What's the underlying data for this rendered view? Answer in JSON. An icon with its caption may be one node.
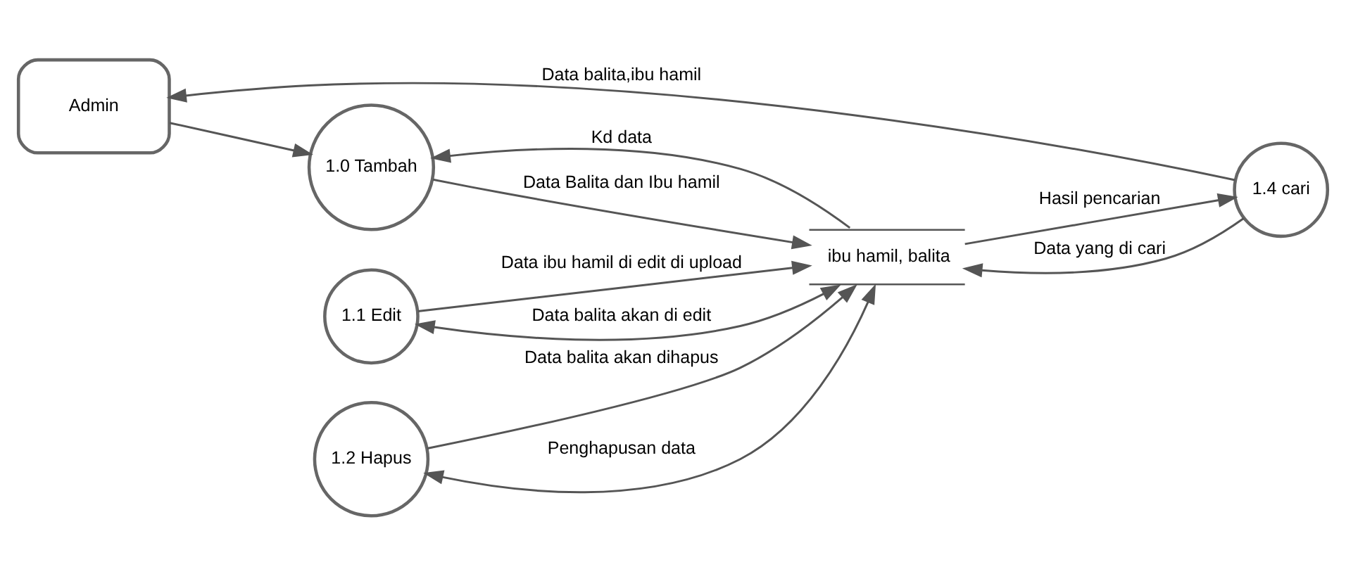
{
  "diagram": {
    "nodes": [
      {
        "text": [
          "Admin"
        ]
      },
      {
        "text": [
          "1.0 Tambah"
        ]
      },
      {
        "text": [
          "1.1 Edit"
        ]
      },
      {
        "text": [
          "1.2 Hapus"
        ]
      },
      {
        "text": [
          "1.4 cari"
        ]
      },
      {
        "text": [
          "ibu hamil, balita"
        ]
      }
    ],
    "edges": [
      {
        "from": 0,
        "to": 1,
        "arrow": "to"
      },
      {
        "from": 5,
        "to": 1,
        "label": "Kd data",
        "arrow": "to"
      },
      {
        "from": 1,
        "to": 5,
        "label": "Data Balita dan Ibu hamil",
        "arrow": "to"
      },
      {
        "from": 2,
        "to": 5,
        "label": "Data balita akan di edit",
        "arrow": "both"
      },
      {
        "from": 2,
        "to": 5,
        "label": "Data ibu hamil di edit di upload",
        "arrow": "to"
      },
      {
        "from": 3,
        "to": 5,
        "label": "Data balita akan dihapus",
        "arrow": "to"
      },
      {
        "from": 3,
        "to": 5,
        "label": "Penghapusan data",
        "arrow": "both"
      },
      {
        "from": 4,
        "to": 5,
        "label": "Data yang di cari",
        "arrow": "to"
      },
      {
        "from": 5,
        "to": 4,
        "label": "Hasil pencarian",
        "arrow": "to"
      },
      {
        "from": 4,
        "to": 0,
        "label": "Data balita,ibu hamil",
        "arrow": "to"
      }
    ]
  }
}
